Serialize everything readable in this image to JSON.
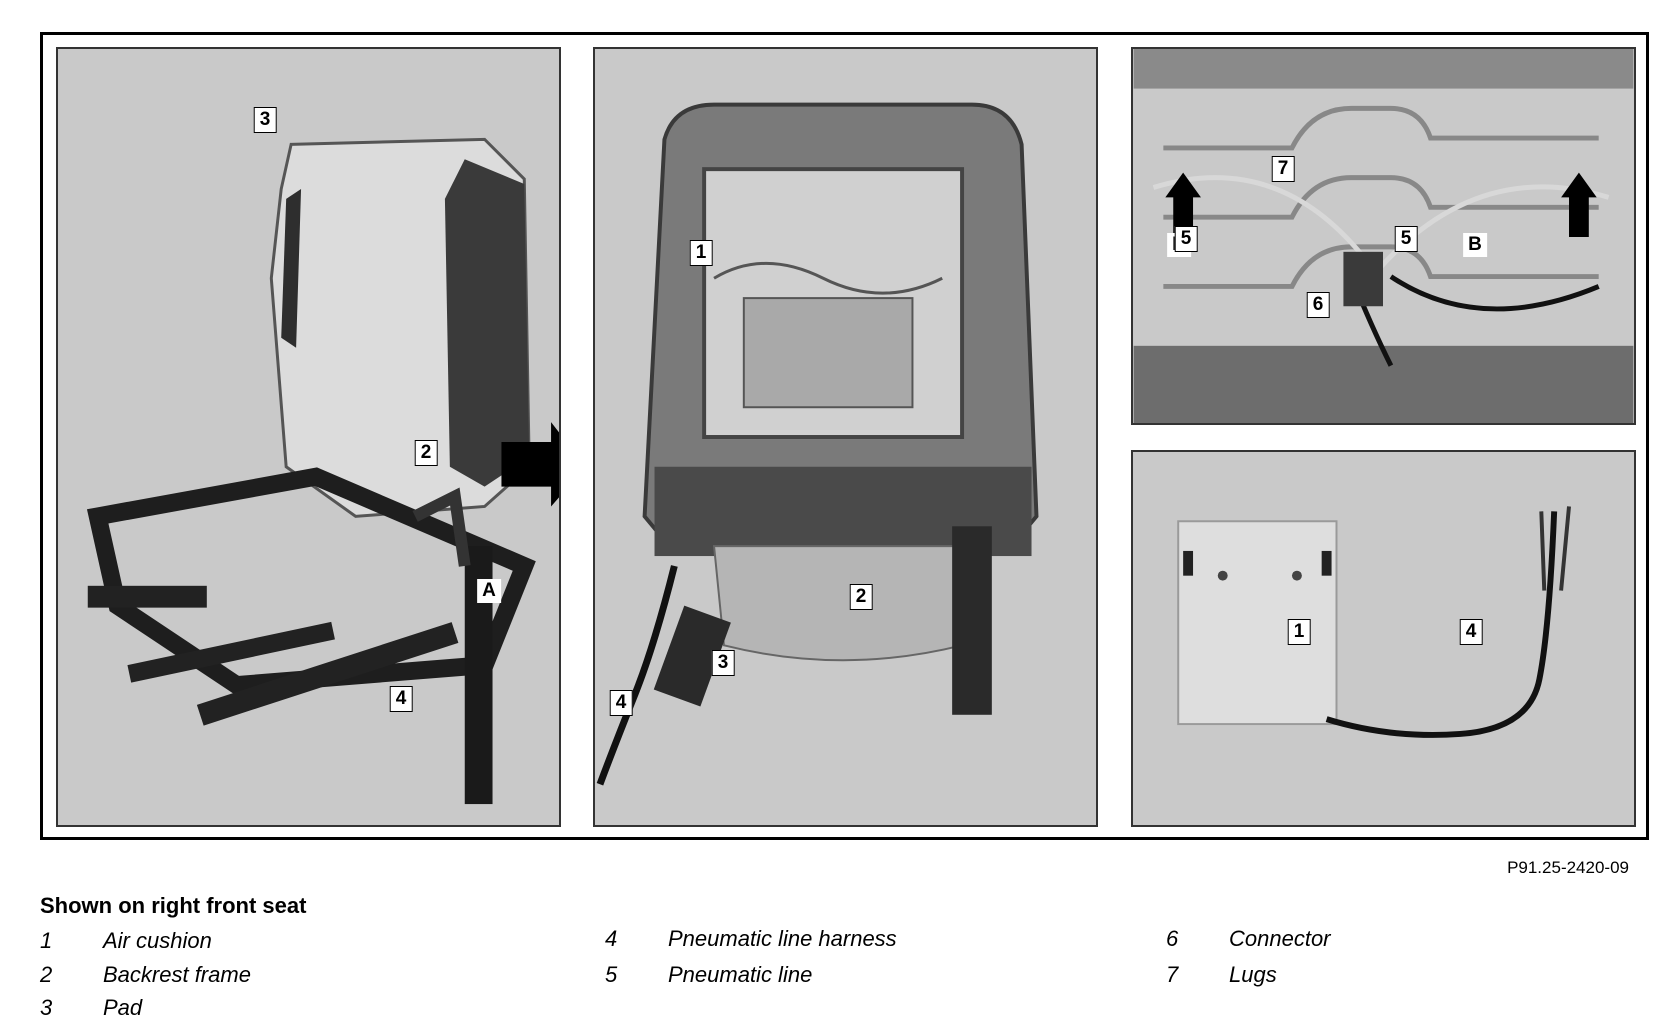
{
  "figure_id": "P91.25-2420-09",
  "caption_title": "Shown on right front seat",
  "callouts": {
    "n1": "1",
    "n2": "2",
    "n3": "3",
    "n4": "4",
    "n5": "5",
    "n6": "6",
    "n7": "7",
    "A": "A",
    "B": "B"
  },
  "legend": [
    {
      "num": "1",
      "label": "Air cushion"
    },
    {
      "num": "2",
      "label": "Backrest frame"
    },
    {
      "num": "3",
      "label": "Pad"
    },
    {
      "num": "4",
      "label": "Pneumatic line harness"
    },
    {
      "num": "5",
      "label": "Pneumatic line"
    },
    {
      "num": "6",
      "label": "Connector"
    },
    {
      "num": "7",
      "label": "Lugs"
    }
  ],
  "colors": {
    "panel_bg": "#c9c9c9",
    "frame": "#000000",
    "metal": "#2b2b2b"
  }
}
